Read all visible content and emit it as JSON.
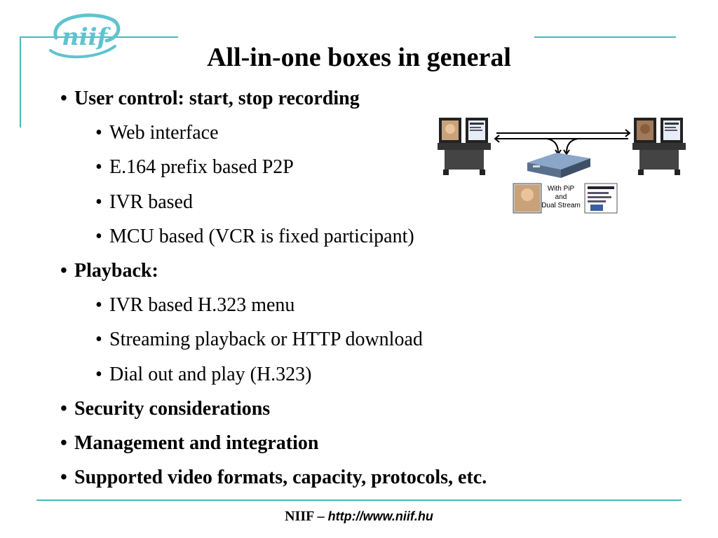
{
  "slide": {
    "title": "All-in-one boxes in general",
    "bullet_char": "•",
    "items": [
      {
        "level": 1,
        "text": "User control: start, stop recording"
      },
      {
        "level": 2,
        "text": "Web interface"
      },
      {
        "level": 2,
        "text": "E.164 prefix based P2P"
      },
      {
        "level": 2,
        "text": "IVR based"
      },
      {
        "level": 2,
        "text": "MCU based (VCR is fixed participant)"
      },
      {
        "level": 1,
        "text": "Playback:"
      },
      {
        "level": 2,
        "text": "IVR based H.323 menu"
      },
      {
        "level": 2,
        "text": "Streaming playback or HTTP download"
      },
      {
        "level": 2,
        "text": "Dial out and play (H.323)"
      },
      {
        "level": 1,
        "text": "Security considerations"
      },
      {
        "level": 1,
        "text": "Management and integration"
      },
      {
        "level": 1,
        "text": "Supported video formats, capacity, protocols, etc."
      }
    ]
  },
  "diagram": {
    "pip_label_line1": "With PiP",
    "pip_label_line2": "and",
    "pip_label_line3": "Dual Stream"
  },
  "logo": {
    "text": "niif"
  },
  "footer": {
    "brand": "NIIF",
    "separator": " – ",
    "url": "http://www.niif.hu"
  },
  "colors": {
    "accent": "#4ab8c0",
    "logo": "#5fc3cf"
  }
}
